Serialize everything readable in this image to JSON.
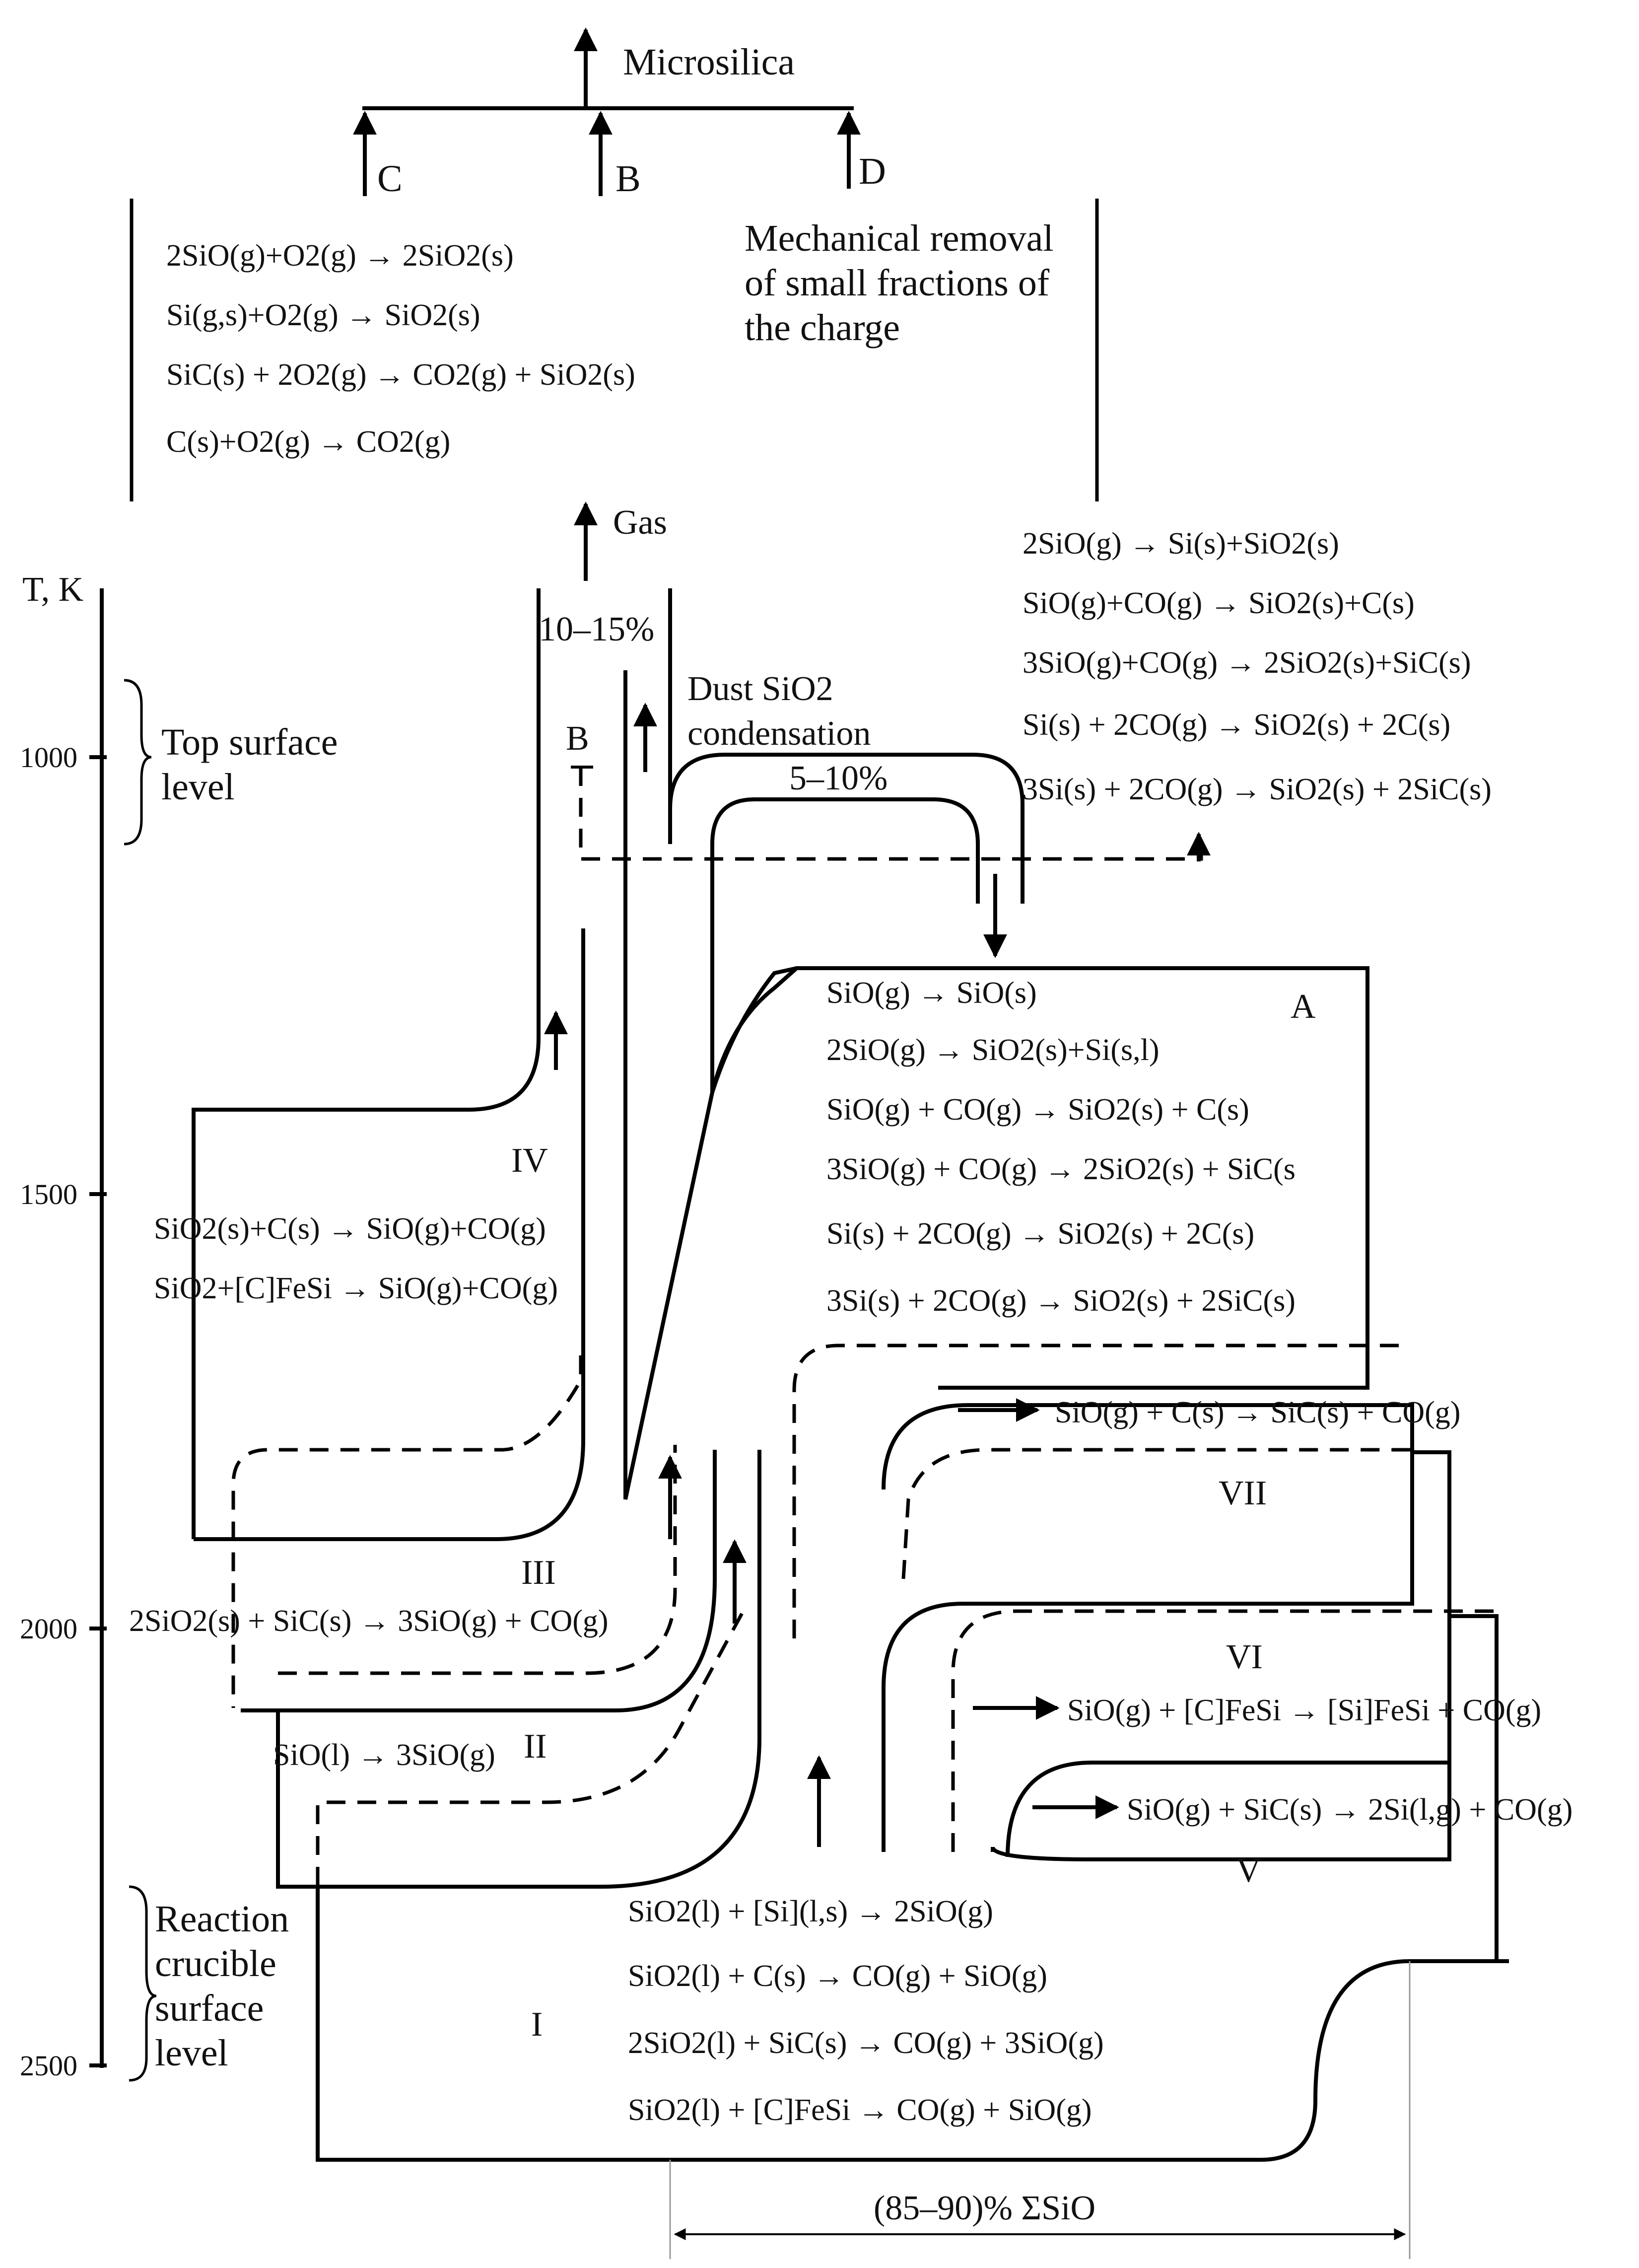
{
  "title": "Microsilica",
  "sources": {
    "c": "C",
    "b": "B",
    "d": "D"
  },
  "gas": {
    "label": "Gas",
    "percent": "10–15%"
  },
  "dust": {
    "line1": "Dust SiO2",
    "line2": "condensation",
    "percent": "5–10%"
  },
  "mechanical": {
    "line1": "Mechanical removal",
    "line2": "of small fractions of",
    "line3": "the charge"
  },
  "top_equations": [
    "2SiO(g)+O2(g) → 2SiO2(s)",
    "Si(g,s)+O2(g) → SiO2(s)",
    "SiC(s) + 2O2(g) → CO2(g) + SiO2(s)",
    "C(s)+O2(g) → CO2(g)"
  ],
  "right_equations": [
    "2SiO(g) → Si(s)+SiO2(s)",
    "SiO(g)+CO(g) → SiO2(s)+C(s)",
    "3SiO(g)+CO(g) → 2SiO2(s)+SiC(s)",
    "Si(s) + 2CO(g) → SiO2(s) + 2C(s)",
    "3Si(s) + 2CO(g) → SiO2(s) + 2SiC(s)"
  ],
  "axis": {
    "label": "T, K",
    "ticks": [
      "1000",
      "1500",
      "2000",
      "2500"
    ],
    "top_level": {
      "line1": "Top surface",
      "line2": "level"
    },
    "crucible_level": {
      "line1": "Reaction",
      "line2": "crucible",
      "line3": "surface",
      "line4": "level"
    }
  },
  "zone_labels": {
    "a": "A",
    "b": "B",
    "i": "I",
    "ii": "II",
    "iii": "III",
    "iv": "IV",
    "v": "V",
    "vi": "VI",
    "vii": "VII"
  },
  "zone_a_equations": [
    "SiO(g) → SiO(s)",
    "2SiO(g) → SiO2(s)+Si(s,l)",
    "SiO(g) + CO(g) → SiO2(s) + C(s)",
    "3SiO(g) + CO(g) → 2SiO2(s) + SiC(s",
    "Si(s) + 2CO(g) → SiO2(s) + 2C(s)",
    "3Si(s) + 2CO(g) → SiO2(s) + 2SiC(s)"
  ],
  "zone_iv_equations": [
    "SiO2(s)+C(s) → SiO(g)+CO(g)",
    "SiO2+[C]FeSi → SiO(g)+CO(g)"
  ],
  "zone_iii_equation": "2SiO2(s) + SiC(s) → 3SiO(g) + CO(g)",
  "zone_ii_equation": "SiO(l) → 3SiO(g)",
  "zone_vii_equation": "SiO(g) + C(s) → SiC(s) + CO(g)",
  "zone_vi_equation": "SiO(g) + [C]FeSi → [Si]FeSi + CO(g)",
  "zone_v_equation": "SiO(g) + SiC(s) → 2Si(l,g) + CO(g)",
  "zone_i_equations": [
    "SiO2(l) + [Si](l,s) → 2SiO(g)",
    "SiO2(l) + C(s) → CO(g) + SiO(g)",
    "2SiO2(l) + SiC(s) → CO(g) + 3SiO(g)",
    "SiO2(l) + [C]FeSi → CO(g) + SiO(g)"
  ],
  "bottom_label": "(85–90)% ΣSiO"
}
